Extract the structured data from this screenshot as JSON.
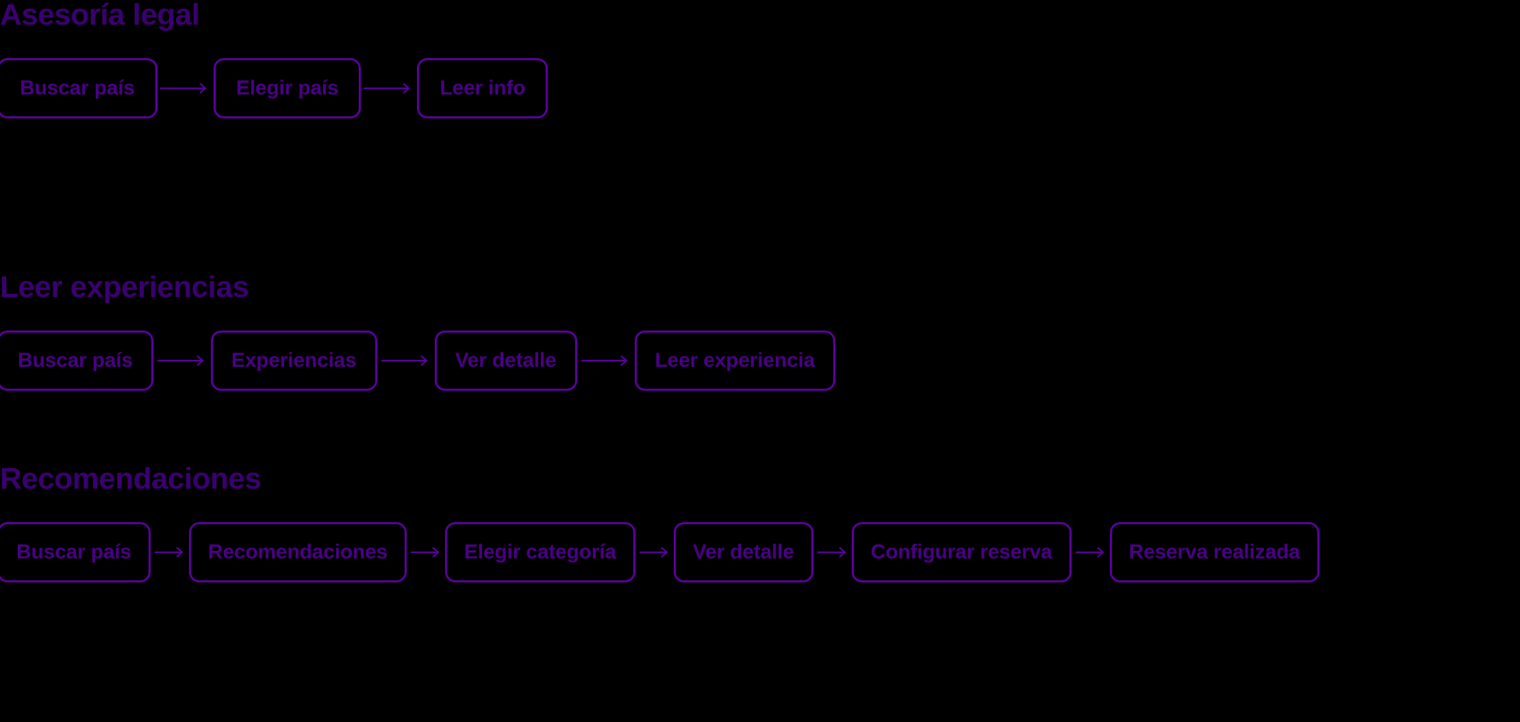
{
  "theme": {
    "background": "#000000",
    "heading_color": "#3b0070",
    "node_border_color": "#5d009e",
    "node_text_color": "#4a0084",
    "arrow_color": "#5d009e"
  },
  "sections": [
    {
      "id": "legal",
      "title": "Asesoría legal",
      "nodes": [
        {
          "label": "Buscar país"
        },
        {
          "label": "Elegir país"
        },
        {
          "label": "Leer info"
        }
      ],
      "connector": "arrow-right-icon"
    },
    {
      "id": "experiencias",
      "title": "Leer experiencias",
      "nodes": [
        {
          "label": "Buscar país"
        },
        {
          "label": "Experiencias"
        },
        {
          "label": "Ver detalle"
        },
        {
          "label": "Leer experiencia"
        }
      ],
      "connector": "arrow-right-icon"
    },
    {
      "id": "recomendaciones",
      "title": "Recomendaciones",
      "nodes": [
        {
          "label": "Buscar país"
        },
        {
          "label": "Recomendaciones"
        },
        {
          "label": "Elegir categoría"
        },
        {
          "label": "Ver detalle"
        },
        {
          "label": "Configurar reserva"
        },
        {
          "label": "Reserva realizada"
        }
      ],
      "connector": "arrow-right-icon"
    }
  ]
}
